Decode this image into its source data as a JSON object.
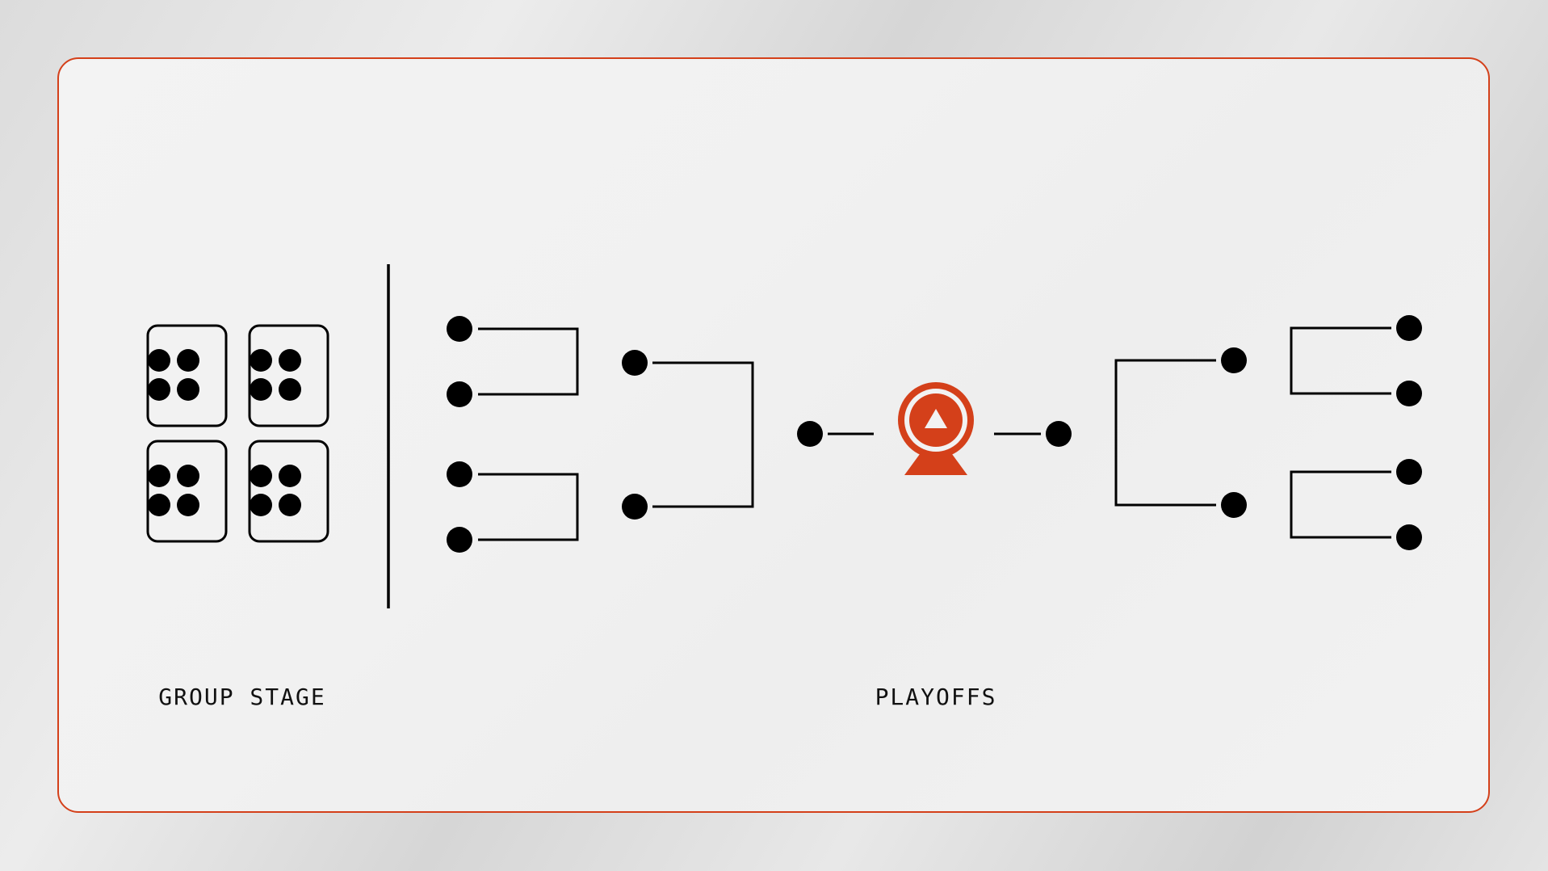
{
  "labels": {
    "group_stage": "GROUP STAGE",
    "playoffs": "PLAYOFFS"
  },
  "colors": {
    "accent": "#d4401a",
    "ink": "#000000"
  },
  "diagram": {
    "groups": 4,
    "teams_per_group": 4,
    "bracket_sides": 2,
    "quarterfinal_slots_per_side": 4,
    "semifinal_slots_per_side": 2,
    "final_slots_per_side": 1,
    "center_icon": "trophy-icon"
  }
}
